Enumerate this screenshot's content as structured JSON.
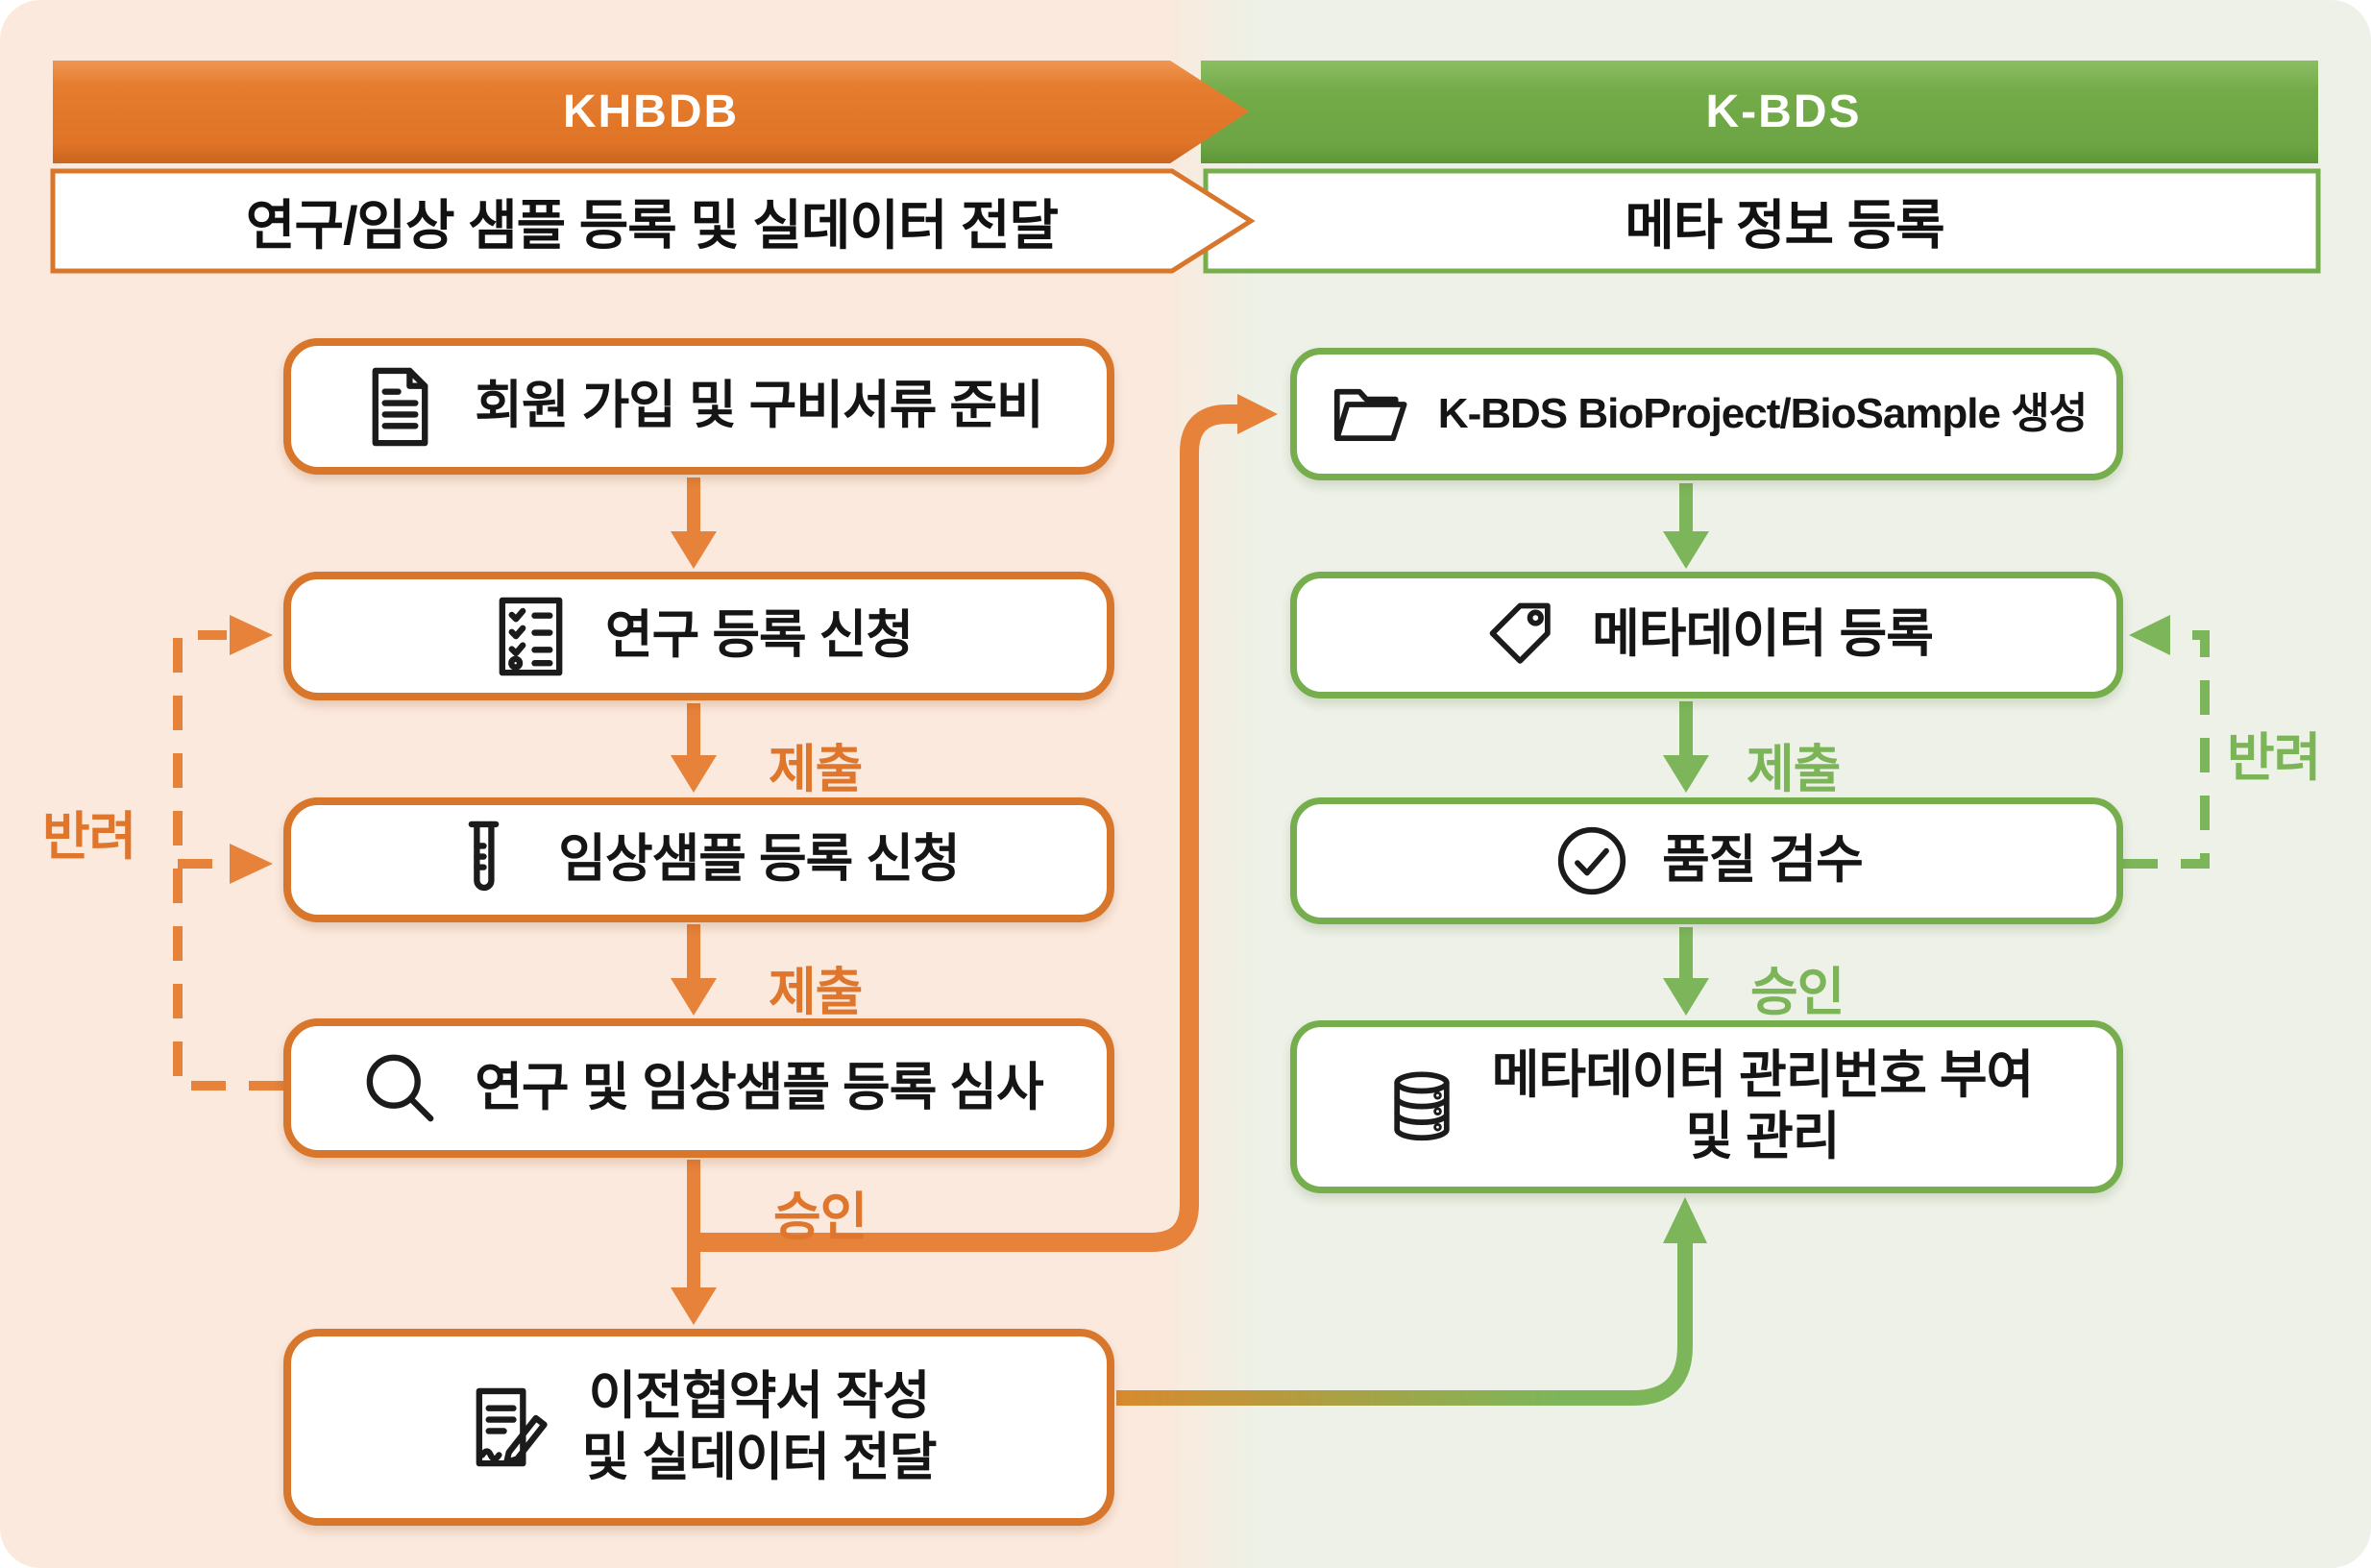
{
  "header": {
    "khbdb_label": "KHBDB",
    "kbds_label": "K-BDS",
    "khbdb_subtitle": "연구/임상 샘플 등록 및 실데이터 전달",
    "kbds_subtitle": "메타 정보 등록"
  },
  "khbdb_flow": {
    "step_1": {
      "label": "회원 가입 및 구비서류 준비",
      "icon": "document-icon"
    },
    "step_2": {
      "label": "연구 등록 신청",
      "icon": "checklist-icon"
    },
    "step_3": {
      "label": "임상샘플 등록 신청",
      "icon": "test-tube-icon"
    },
    "step_4": {
      "label": "연구 및 임상샘플 등록 심사",
      "icon": "magnifier-icon"
    },
    "step_5": {
      "label": "이전협약서 작성\n및 실데이터 전달",
      "icon": "agreement-pen-icon"
    },
    "labels": {
      "submit_1": "제출",
      "submit_2": "제출",
      "approve": "승인",
      "reject": "반려"
    }
  },
  "kbds_flow": {
    "step_1": {
      "label": "K-BDS BioProject/BioSample 생성",
      "icon": "open-folder-icon"
    },
    "step_2": {
      "label": "메타데이터 등록",
      "icon": "tag-icon"
    },
    "step_3": {
      "label": "품질 검수",
      "icon": "check-circle-icon"
    },
    "step_4": {
      "label": "메타데이터 관리번호 부여\n및 관리",
      "icon": "database-icon"
    },
    "labels": {
      "submit": "제출",
      "approve": "승인",
      "reject": "반려"
    }
  },
  "colors": {
    "orange": "#e0762c",
    "orange_border": "#d8772b",
    "green": "#7cb558",
    "green_border": "#76ad4d",
    "bg_left": "#fbe9dd",
    "bg_right": "#edf1e7"
  }
}
